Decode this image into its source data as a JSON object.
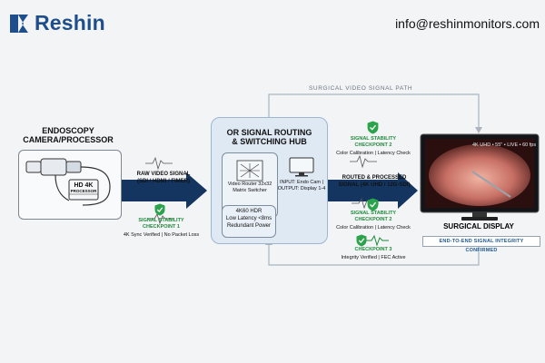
{
  "header": {
    "brand": "Reshin",
    "contact": "info@reshinmonitors.com"
  },
  "diagram": {
    "path_label": "SURGICAL VIDEO SIGNAL PATH",
    "endo_title": "ENDOSCOPY\nCAMERA/PROCESSOR",
    "processor_label_1": "HD 4K",
    "processor_label_2": "PROCESSOR",
    "raw_signal": "RAW VIDEO SIGNAL\n(SDI / HDMI / FIMER)",
    "cp1_title": "SIGNAL STABILITY\nCHECKPOINT 1",
    "cp1_sub": "4K Sync Verified | No Packet Loss",
    "hub_title": "OR SIGNAL ROUTING\n& SWITCHING HUB",
    "router_text": "Video Router 32x32\nMatrix Switcher",
    "hdr_text": "4K60 HDR\nLow Latency <8ms\nRedundant Power",
    "input_text": "INPUT: Endo Cam |\nOUTPUT: Display 1-4",
    "routed_signal": "ROUTED & PROCESSED\nSIGNAL (4K UHD / 12G-SDI)",
    "cp2a_title": "SIGNAL STABILITY\nCHECKPOINT 2",
    "cp2a_sub": "Color Calibration | Latency Check",
    "cp2b_title": "SIGNAL STABILITY\nCHECKPOINT 2",
    "cp2b_sub": "Color Calibration | Latency Check",
    "cp3_title": "CHECKPOINT 3",
    "cp3_sub": "Integrity Verified | FEC Active",
    "monitor_overlay": "4K UHD • 55\" • LIVE • 60 fps",
    "monitor_label": "SURGICAL DISPLAY",
    "confirm": "END-TO-END SIGNAL INTEGRITY CONFIRMED"
  },
  "colors": {
    "brand": "#1f4e8c",
    "arrow": "#13355f",
    "check": "#1f8a3a",
    "hub_bg": "#dfe9f4"
  }
}
